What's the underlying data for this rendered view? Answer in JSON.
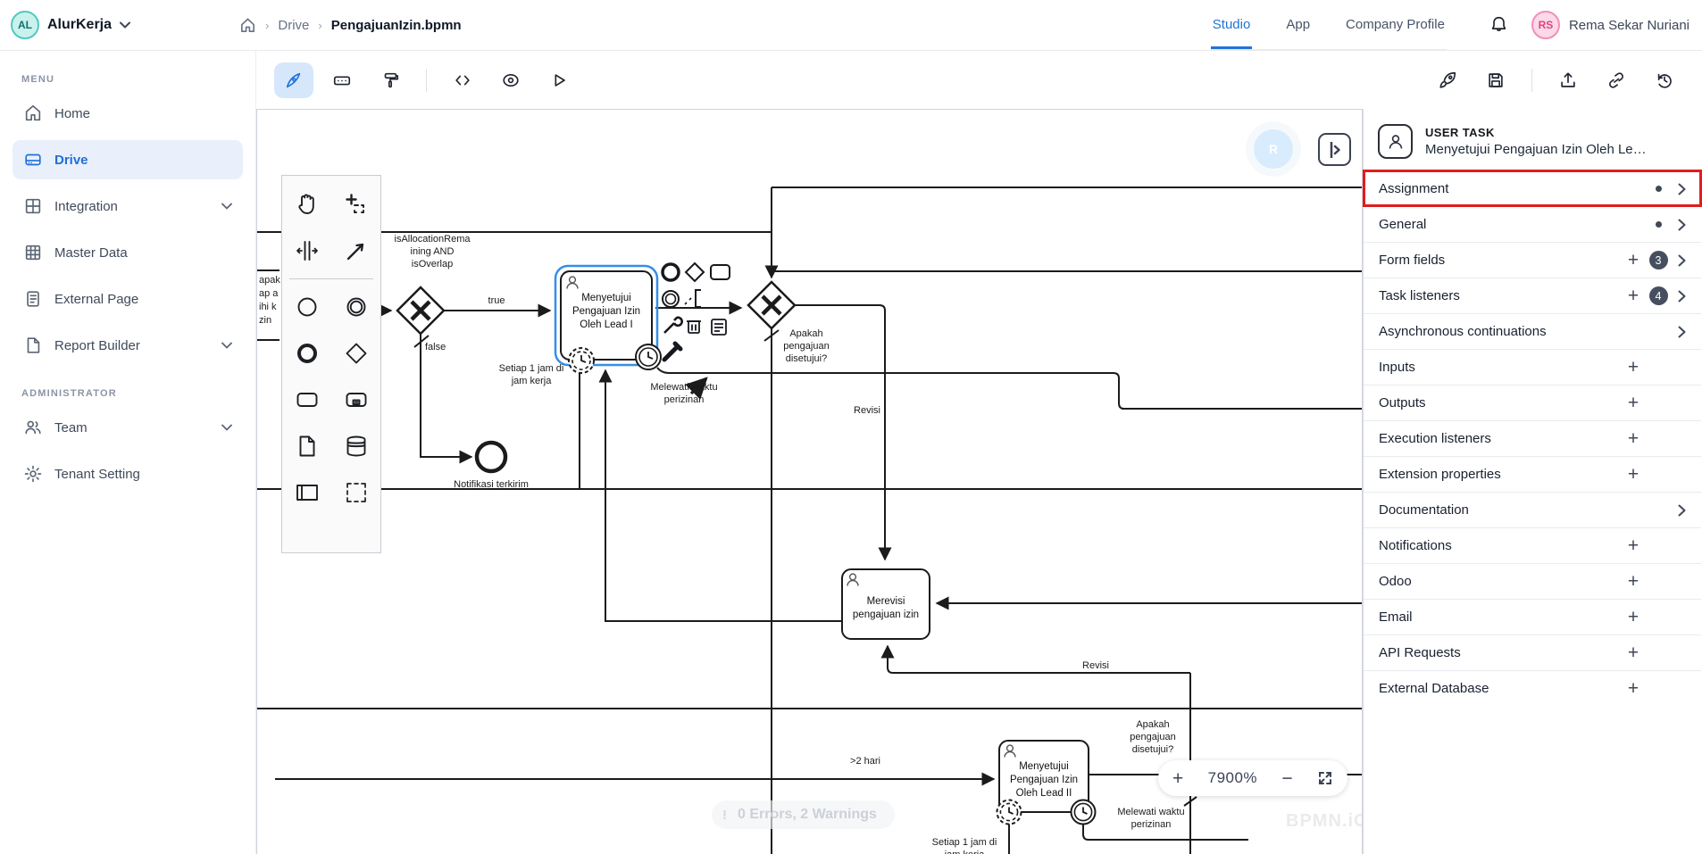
{
  "brand": {
    "initials": "AL",
    "name": "AlurKerja"
  },
  "breadcrumb": {
    "home_icon": "home-icon",
    "items": [
      "Drive",
      "PengajuanIzin.bpmn"
    ]
  },
  "nav": {
    "tabs": [
      {
        "label": "Studio",
        "active": true
      },
      {
        "label": "App",
        "active": false
      },
      {
        "label": "Company Profile",
        "active": false
      }
    ],
    "user": {
      "initials": "RS",
      "name": "Rema Sekar Nuriani"
    }
  },
  "sidebar": {
    "menu_label": "MENU",
    "admin_label": "ADMINISTRATOR",
    "menu": [
      {
        "label": "Home",
        "icon": "home-icon",
        "active": false,
        "chevron": false
      },
      {
        "label": "Drive",
        "icon": "drive-icon",
        "active": true,
        "chevron": false
      },
      {
        "label": "Integration",
        "icon": "grid-icon",
        "active": false,
        "chevron": true
      },
      {
        "label": "Master Data",
        "icon": "table-icon",
        "active": false,
        "chevron": false
      },
      {
        "label": "External Page",
        "icon": "page-icon",
        "active": false,
        "chevron": false
      },
      {
        "label": "Report Builder",
        "icon": "file-icon",
        "active": false,
        "chevron": true
      }
    ],
    "admin": [
      {
        "label": "Team",
        "icon": "team-icon",
        "active": false,
        "chevron": true
      },
      {
        "label": "Tenant Setting",
        "icon": "gear-icon",
        "active": false,
        "chevron": false
      }
    ]
  },
  "toolbar": {
    "left": [
      {
        "name": "select-pen-tool",
        "icon": "pen-icon",
        "active": true
      },
      {
        "name": "form-tool",
        "icon": "form-icon",
        "active": false
      },
      {
        "name": "paint-roller-tool",
        "icon": "roller-icon",
        "active": false
      },
      {
        "name": "divider",
        "icon": "",
        "active": false
      },
      {
        "name": "code-view",
        "icon": "code-icon",
        "active": false
      },
      {
        "name": "preview",
        "icon": "eye-icon",
        "active": false
      },
      {
        "name": "run",
        "icon": "play-icon",
        "active": false
      }
    ],
    "right": [
      {
        "name": "deploy",
        "icon": "rocket-icon"
      },
      {
        "name": "save",
        "icon": "save-icon"
      },
      {
        "name": "divider",
        "icon": ""
      },
      {
        "name": "export",
        "icon": "upload-icon"
      },
      {
        "name": "share-link",
        "icon": "link-icon"
      },
      {
        "name": "history",
        "icon": "history-icon"
      }
    ]
  },
  "panel": {
    "type_label": "USER TASK",
    "title": "Menyetujui Pengajuan Izin Oleh Le…",
    "rows": [
      {
        "label": "Assignment",
        "dot": true,
        "chevron": true,
        "highlighted": true
      },
      {
        "label": "General",
        "dot": true,
        "chevron": true
      },
      {
        "label": "Form fields",
        "plus": true,
        "badge": "3",
        "chevron": true
      },
      {
        "label": "Task listeners",
        "plus": true,
        "badge": "4",
        "chevron": true
      },
      {
        "label": "Asynchronous continuations",
        "chevron": true
      },
      {
        "label": "Inputs",
        "plus": true
      },
      {
        "label": "Outputs",
        "plus": true
      },
      {
        "label": "Execution listeners",
        "plus": true
      },
      {
        "label": "Extension properties",
        "plus": true
      },
      {
        "label": "Documentation",
        "chevron": true
      },
      {
        "label": "Notifications",
        "plus": true
      },
      {
        "label": "Odoo",
        "plus": true
      },
      {
        "label": "Email",
        "plus": true
      },
      {
        "label": "API Requests",
        "plus": true
      },
      {
        "label": "External Database",
        "plus": true
      }
    ]
  },
  "canvas": {
    "zoom_level": "7900%",
    "status_text": "0 Errors, 2 Warnings",
    "watermark": "BPMN.iO",
    "bubble_letter": "R"
  },
  "diagram": {
    "labels": {
      "cutoff": [
        "apak",
        "ap a",
        "ihi k",
        "zin"
      ],
      "gw1_condition": [
        "isAllocationRema",
        "ining AND",
        "isOverlap"
      ],
      "flow_true": "true",
      "flow_false": "false",
      "end_notification": "Notifikasi terkirim",
      "task_lead1": [
        "Menyetujui",
        "Pengajuan Izin",
        "Oleh Lead I"
      ],
      "timer_hourly_1": [
        "Setiap 1 jam di",
        "jam kerja"
      ],
      "gw2_question": [
        "Apakah",
        "pengajuan",
        "disetujui?"
      ],
      "timeout_1": [
        "Melewati waktu",
        "perizinan"
      ],
      "flow_revisi_1": "Revisi",
      "task_revise": [
        "Merevisi",
        "pengajuan izin"
      ],
      "flow_revisi_2": "Revisi",
      "flow_2days": ">2 hari",
      "task_lead2": [
        "Menyetujui",
        "Pengajuan Izin",
        "Oleh Lead II"
      ],
      "gw3_question": [
        "Apakah",
        "pengajuan",
        "disetujui?"
      ],
      "timeout_2": [
        "Melewati waktu",
        "perizinan"
      ],
      "timer_hourly_2": [
        "Setiap 1 jam di",
        "jam kerja"
      ]
    }
  },
  "colors": {
    "accent": "#2173d8",
    "selection": "#338fe8",
    "danger": "#e11d1d",
    "badge": "#454f5f"
  }
}
